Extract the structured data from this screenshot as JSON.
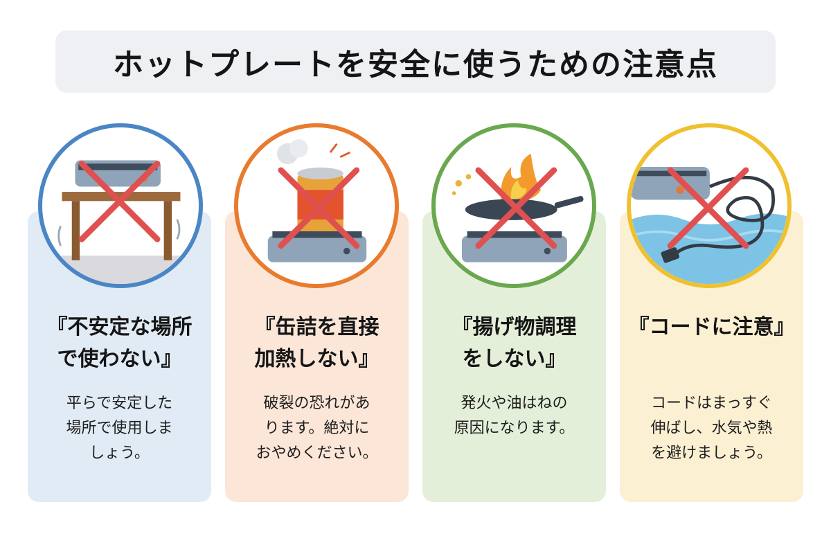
{
  "title": "ホットプレートを安全に使うための注意点",
  "cards": [
    {
      "heading": "『不安定な場所\nで使わない』",
      "description": "平らで安定した\n場所で使用しま\nしょう。",
      "icon": "unstable-table-icon",
      "ring_color": "#4a86c5",
      "card_color": "#e1ebf6"
    },
    {
      "heading": "『缶詰を直接\n加熱しない』",
      "description": "破裂の恐れがあ\nります。絶対に\nおやめください。",
      "icon": "can-on-hotplate-icon",
      "ring_color": "#e87b2e",
      "card_color": "#fbe6d8"
    },
    {
      "heading": "『揚げ物調理\nをしない』",
      "description": "発火や油はねの\n原因になります。",
      "icon": "frying-pan-fire-icon",
      "ring_color": "#6aa84f",
      "card_color": "#e4efd9"
    },
    {
      "heading": "『コードに注意』",
      "description": "コードはまっすぐ\n伸ばし、水気や熱\nを避けましょう。",
      "icon": "cord-water-icon",
      "ring_color": "#efc12f",
      "card_color": "#fcf0d3"
    }
  ]
}
